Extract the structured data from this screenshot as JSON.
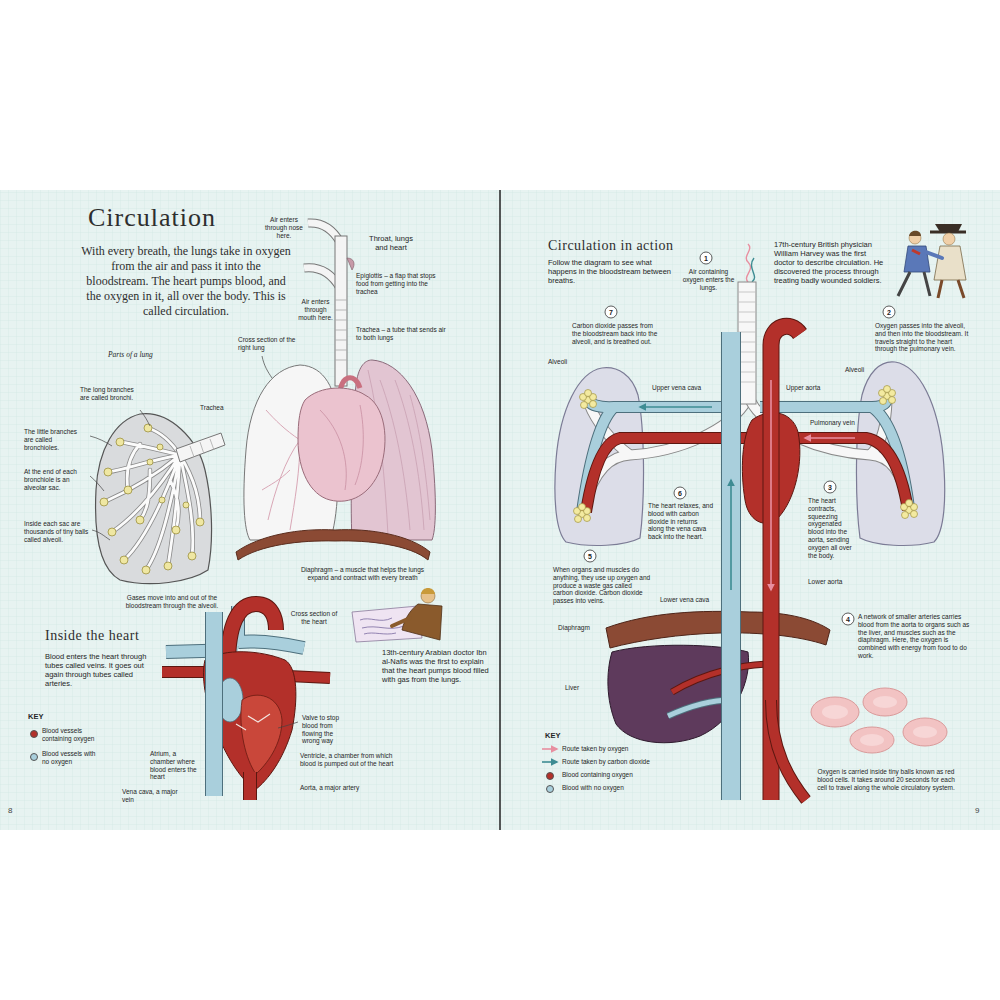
{
  "diagram": {
    "title": "Circulation",
    "labels": [
      "With every breath, the lungs take in oxygen from the air and pass it into the bloodstream. The heart pumps blood, and the oxygen in it, all over the body. This is called circulation.",
      "Air enters through nose here.",
      "Throat, lungs and heart",
      "Air enters through mouth here.",
      "Epiglottis – a flap that stops food from getting into the trachea",
      "Trachea – a tube that sends air to both lungs",
      "Cross section of the right lung",
      "Parts of a lung",
      "The long branches are called bronchi.",
      "Trachea",
      "The little branches are called bronchioles.",
      "At the end of each bronchiole is an alveolar sac.",
      "Inside each sac are thousands of tiny balls called alveoli.",
      "Gases move into and out of the bloodstream through the alveoli.",
      "Diaphragm – a muscle that helps the lungs expand and contract with every breath",
      "13th-century Arabian doctor Ibn al-Nafis was the first to explain that the heart pumps blood filled with gas from the lungs.",
      "Inside the heart",
      "Blood enters the heart through tubes called veins. It goes out again through tubes called arteries.",
      "KEY",
      "Cross section of the heart",
      "Valve to stop blood from flowing the wrong way",
      "Atrium, a chamber where blood enters the heart",
      "Ventricle, a chamber from which blood is pumped out of the heart",
      "Vena cava, a major vein",
      "Aorta, a major artery",
      "8",
      "Circulation in action",
      "Follow the diagram to see what happens in the bloodstream between breaths.",
      "1",
      "Air containing oxygen enters the lungs.",
      "17th-century British physician William Harvey was the first doctor to describe circulation. He discovered the process through treating badly wounded soldiers.",
      "2",
      "Oxygen passes into the alveoli, and then into the bloodstream. It travels straight to the heart through the pulmonary vein.",
      "7",
      "Carbon dioxide passes from the bloodstream back into the alveoli, and is breathed out.",
      "Alveoli",
      "Alveoli",
      "Upper vena cava",
      "Upper aorta",
      "Pulmonary vein",
      "6",
      "The heart relaxes, and blood with carbon dioxide in returns along the vena cava back into the heart.",
      "3",
      "The heart contracts, squeezing oxygenated blood into the aorta, sending oxygen all over the body.",
      "5",
      "When organs and muscles do anything, they use up oxygen and produce a waste gas called carbon dioxide. Carbon dioxide passes into veins.",
      "Lower aorta",
      "Lower vena cava",
      "Diaphragm",
      "4",
      "A network of smaller arteries carries blood from the aorta to organs such as the liver, and muscles such as the diaphragm. Here, the oxygen is combined with energy from food to do work.",
      "Liver",
      "KEY",
      "Oxygen is carried inside tiny balls known as red blood cells. It takes around 20 seconds for each cell to travel along the whole circulatory system.",
      "9"
    ],
    "legend": [
      {
        "text": "Blood vessels containing oxygen",
        "color": "#b3302a"
      },
      {
        "text": "Blood vessels with no oxygen",
        "color": "#a9cfdc"
      },
      {
        "text": "Route taken by oxygen"
      },
      {
        "text": "Route taken by carbon dioxide"
      },
      {
        "text": "Blood containing oxygen",
        "color": "#b3302a"
      },
      {
        "text": "Blood with no oxygen",
        "color": "#a9cfdc"
      }
    ]
  }
}
